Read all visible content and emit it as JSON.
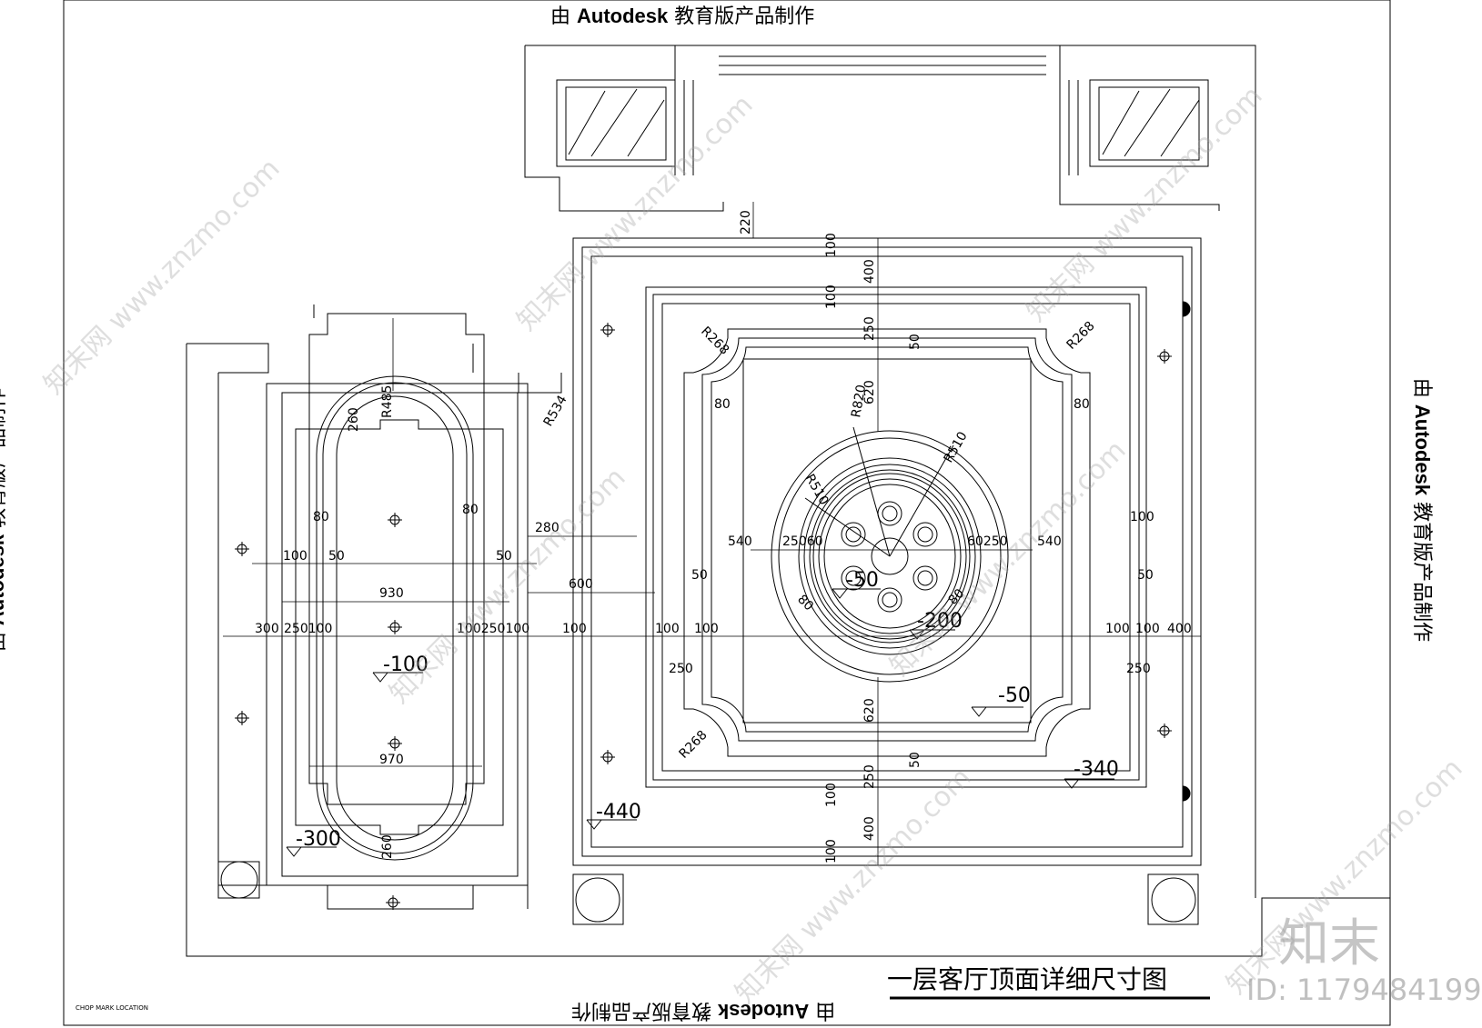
{
  "edu_stamp": {
    "prefix": "由",
    "brand": "Autodesk",
    "suffix": "教育版产品制作"
  },
  "watermarks": {
    "site_cn": "知末网",
    "site_url": "www.znzmo.com"
  },
  "logo_text": "知末",
  "id_text": "ID: 1179484199",
  "drawing_title": "一层客厅顶面详细尺寸图",
  "chop_mark": "CHOP MARK LOCATION",
  "levels": {
    "left_room_center": "-100",
    "left_room_corner": "-300",
    "living_outer": "-440",
    "living_right": "-340",
    "living_inner": "-50",
    "center_dome": "-50",
    "center_ring": "-200"
  },
  "dims": {
    "d220": "220",
    "d100": "100",
    "d400": "400",
    "d250": "250",
    "d50": "50",
    "d620": "620",
    "d280": "280",
    "d600": "600",
    "d300": "300",
    "d930": "930",
    "d970": "970",
    "d260": "260",
    "d80": "80",
    "d540": "540",
    "d60": "60",
    "r268": "R268",
    "r485": "R485",
    "r534": "R534",
    "r820": "R820",
    "r510": "R510",
    "r510b": "R510",
    "c250_60": "25060",
    "c60_250": "60250",
    "c100_250_100": "100250100",
    "c250_100": "250100"
  }
}
